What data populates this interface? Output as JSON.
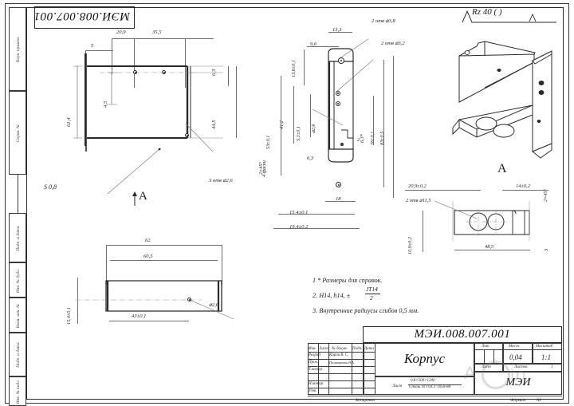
{
  "document": {
    "drawing_number_top": "МЭИ.008.007.001",
    "drawing_number_title": "МЭИ.008.007.001",
    "part_name": "Корпус",
    "surface_finish": "Rz 40 (  )",
    "format": "Формат",
    "format_value": "А3",
    "copy_label": "Копировал"
  },
  "side_column": {
    "items": [
      {
        "label": "Перв. примен."
      },
      {
        "label": "Справ. №"
      },
      {
        "label": "Подп. и дата"
      },
      {
        "label": "Инв. № дубл."
      },
      {
        "label": "Взам. инв. №"
      },
      {
        "label": "Подп. и дата"
      },
      {
        "label": "Инв. № подл."
      }
    ]
  },
  "notes": {
    "items": [
      "1  * Размеры для справок.",
      "2. Н14, h14, ±",
      "3. Внутренние радиусы сгибов 0,5 мм."
    ],
    "tolerance_numerator": "JT14",
    "tolerance_denominator": "2"
  },
  "views": {
    "front": {
      "letter": "А",
      "thickness_note": "S 0,8",
      "hole_note": "3 отв ⌀2,6",
      "dims": {
        "d_5": "5",
        "d_209": "20,9",
        "d_355": "35,5",
        "d_63": "6,3",
        "d_445": "44,5",
        "d_614": "61,4",
        "d_45": "4,5"
      }
    },
    "side": {
      "hole_note_1": "2 отв ⌀3,8",
      "hole_note_2": "2 отв ⌀3,2",
      "hole_note_3": "⌀2,6",
      "chamfer_note": "4 фаски",
      "dims": {
        "d_96": "9,6",
        "d_133": "13,3",
        "d_136": "13,6±0,1",
        "d_53": "53±0,1",
        "d_412": "41,2",
        "d_51": "5,1±0,1",
        "d_63_star": "6,3*",
        "d_76": "76±0,1",
        "d_83": "83±0,5",
        "d_2": "2",
        "d_63b": "6,3",
        "d_18": "18",
        "d_154": "15,4±0,1",
        "d_194": "19,4±0,2",
        "d_245": "2×45°"
      }
    },
    "bottom": {
      "hole_note": "⌀2,6",
      "dims": {
        "d_62": "62",
        "d_605": "60,5",
        "d_43": "43±0,1",
        "d_154": "15,4±0,1"
      }
    },
    "detail_a": {
      "letter": "А",
      "hole_note": "2 отв ⌀11,5",
      "dims": {
        "d_209": "20,9±0,2",
        "d_14": "14±0,2",
        "d_485": "48,5",
        "d_109": "10,9±0,2",
        "d_3": "3",
        "d_245": "2×45°"
      }
    }
  },
  "title_block": {
    "columns": [
      "Изм",
      "Лист",
      "№ докум.",
      "Подп.",
      "Дата"
    ],
    "rows": [
      {
        "role": "Разраб.",
        "name": "Киров В. С."
      },
      {
        "role": "Пров.",
        "name": "Поликарпова Н.А."
      },
      {
        "role": "Т.контр.",
        "name": ""
      },
      {
        "role": "",
        "name": ""
      },
      {
        "role": "Н.контр.",
        "name": ""
      },
      {
        "role": "Утв.",
        "name": ""
      }
    ],
    "material_label": "Лист",
    "material_line1": "0,8×500×1200",
    "material_line2": "Сталь 10 ГОСТ 1050-88",
    "lit_label": "Лит",
    "mass_label": "Масса",
    "scale_label": "Масштаб",
    "mass_value": "0,04",
    "scale_value": "1:1",
    "sheet_label": "Лист",
    "sheets_label": "Листов",
    "sheets_value": "1",
    "organization": "МЭИ"
  },
  "watermark": {
    "text_left": "A",
    "text_right": "to"
  }
}
